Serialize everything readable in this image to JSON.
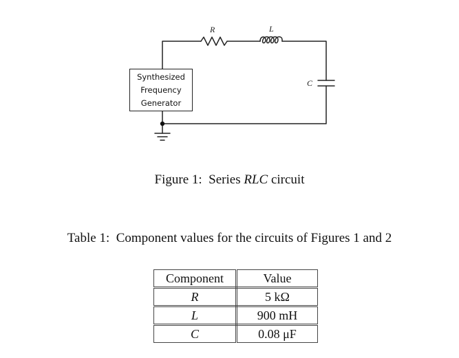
{
  "circuit": {
    "resistor_label": "R",
    "inductor_label": "L",
    "capacitor_label": "C",
    "generator_lines": [
      "Synthesized",
      "Frequency",
      "Generator"
    ]
  },
  "figure_caption": {
    "prefix": "Figure 1:  Series ",
    "italic": "RLC",
    "suffix": " circuit"
  },
  "table_caption": "Table 1:  Component values for the circuits of Figures 1 and 2",
  "table": {
    "headers": [
      "Component",
      "Value"
    ],
    "rows": [
      {
        "component": "R",
        "value": "5 kΩ"
      },
      {
        "component": "L",
        "value": "900 mH"
      },
      {
        "component": "C",
        "value": "0.08 μF"
      }
    ]
  }
}
